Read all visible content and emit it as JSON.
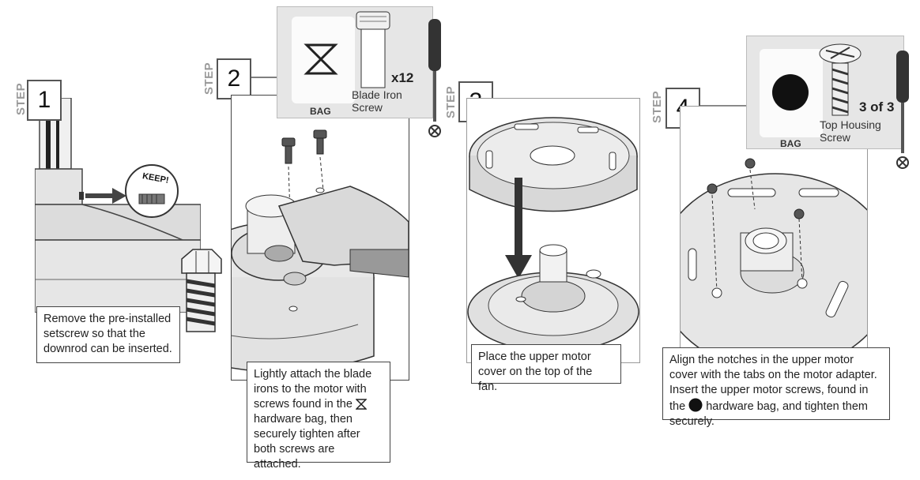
{
  "steps": [
    {
      "tag": "STEP",
      "number": "1",
      "caption": "Remove the pre-installed setscrew so that the downrod can be inserted.",
      "badge": "KEEP!"
    },
    {
      "tag": "STEP",
      "number": "2",
      "caption_a": "Lightly attach the blade irons to the motor with screws found in the",
      "caption_b": "hardware bag, then securely tighten after both screws are attached.",
      "bag_label": "BAG",
      "part_line1": "Blade Iron",
      "part_line2": "Screw",
      "quantity": "x12"
    },
    {
      "tag": "STEP",
      "number": "3",
      "caption": "Place the upper motor cover on the top of the fan."
    },
    {
      "tag": "STEP",
      "number": "4",
      "caption_a": "Align the notches in the upper motor cover with the tabs on the motor adapter. Insert the upper motor screws, found in the",
      "caption_b": "hardware bag, and tighten them securely.",
      "bag_label": "BAG",
      "part_line1": "Top Housing",
      "part_line2": "Screw",
      "quantity": "3 of 3"
    }
  ],
  "icons": {
    "hourglass": "hourglass-bag-symbol",
    "dot": "filled-circle-bag-symbol",
    "screwdriver": "phillips-screwdriver",
    "phillips": "phillips-head-symbol"
  }
}
